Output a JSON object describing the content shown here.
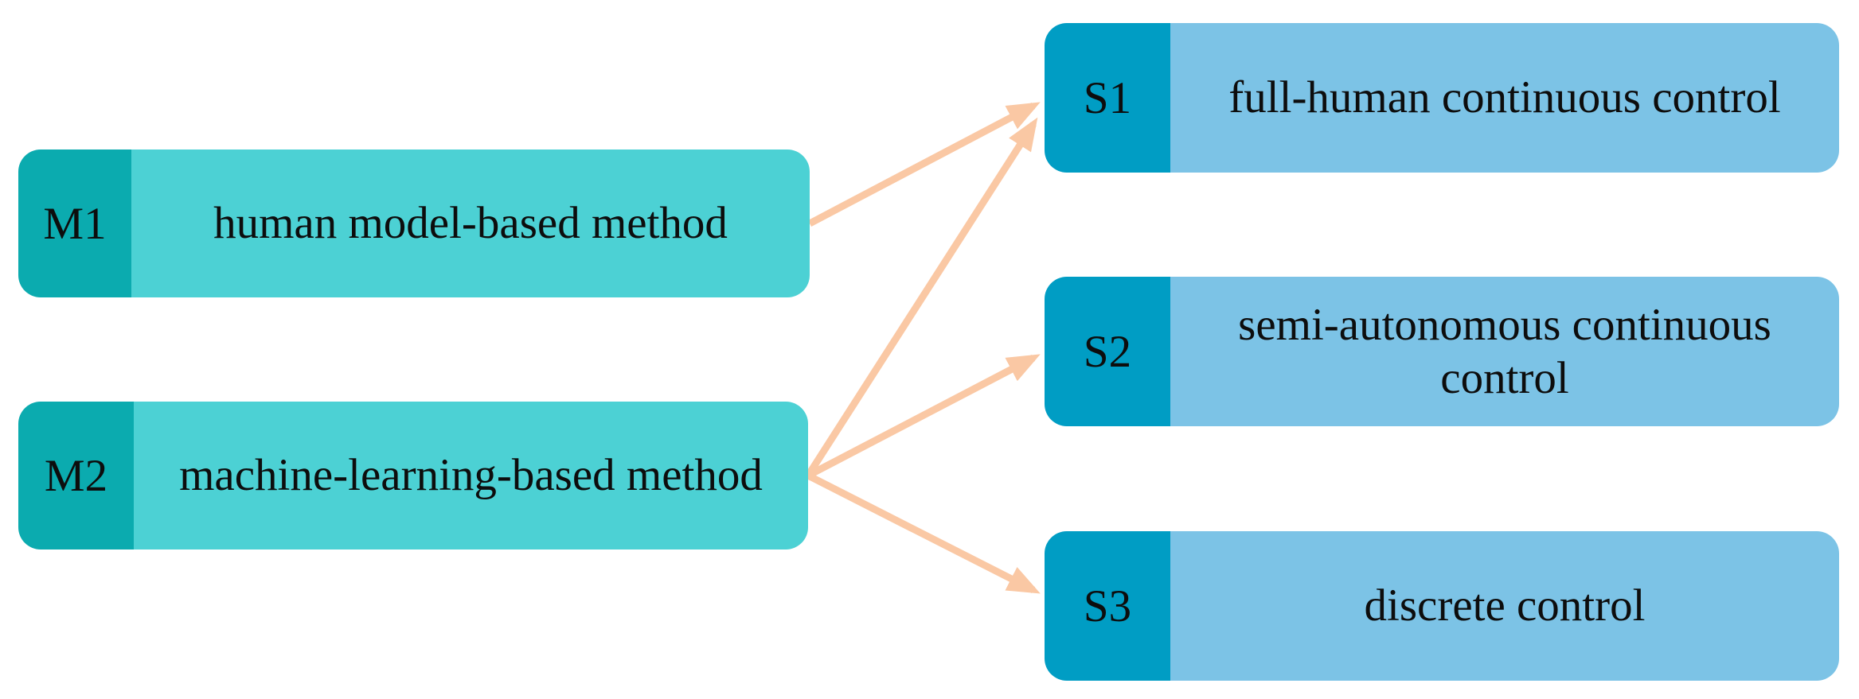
{
  "diagram": {
    "description": "mapping of methods to control schemes"
  },
  "nodes": {
    "m1": {
      "id": "M1",
      "label": "human model-based method",
      "badge_color": "#0BABAF",
      "body_color": "#4CD1D4"
    },
    "m2": {
      "id": "M2",
      "label": "machine-learning-based method",
      "badge_color": "#0BABAF",
      "body_color": "#4CD1D4"
    },
    "s1": {
      "id": "S1",
      "label": "full-human continuous control",
      "badge_color": "#009DC4",
      "body_color": "#7CC3E6"
    },
    "s2": {
      "id": "S2",
      "label": "semi-autonomous continuous control",
      "badge_color": "#009DC4",
      "body_color": "#7CC3E6"
    },
    "s3": {
      "id": "S3",
      "label": "discrete control",
      "badge_color": "#009DC4",
      "body_color": "#7CC3E6"
    }
  },
  "connections": [
    {
      "from": "m1",
      "to": "s1"
    },
    {
      "from": "m2",
      "to": "s1"
    },
    {
      "from": "m2",
      "to": "s2"
    },
    {
      "from": "m2",
      "to": "s3"
    }
  ],
  "arrow_color": "#FAC8A4",
  "text_color": "#0d0d0d"
}
